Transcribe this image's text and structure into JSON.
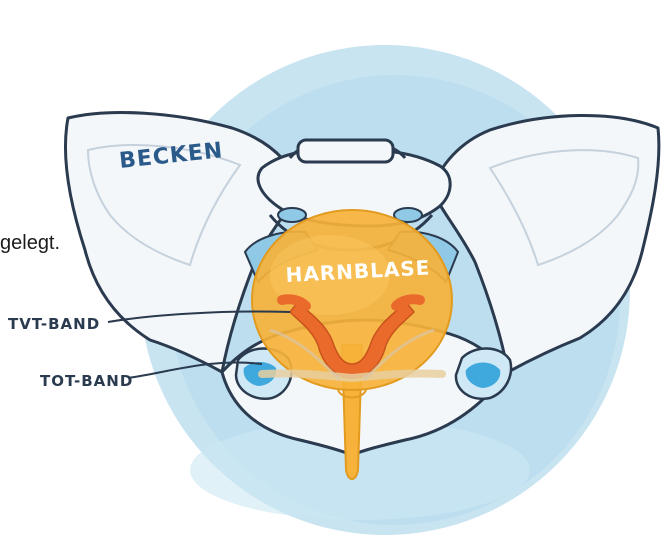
{
  "labels": {
    "becken": "BECKEN",
    "harnblase": "HARNBLASE",
    "tvt_band": "TVT-BAND",
    "tot_band": "TOT-BAND"
  },
  "cropped_text": "gelegt.",
  "colors": {
    "background_circle": "#bfe0ef",
    "bone_fill": "#f3f6f8",
    "bone_outline": "#2a3a4f",
    "bladder": "#f6b23a",
    "bladder_outline": "#e29a1f",
    "bands": "#ea6a2c",
    "foramen_blue": "#3fa8dd",
    "label_color": "#2a5a8a"
  }
}
